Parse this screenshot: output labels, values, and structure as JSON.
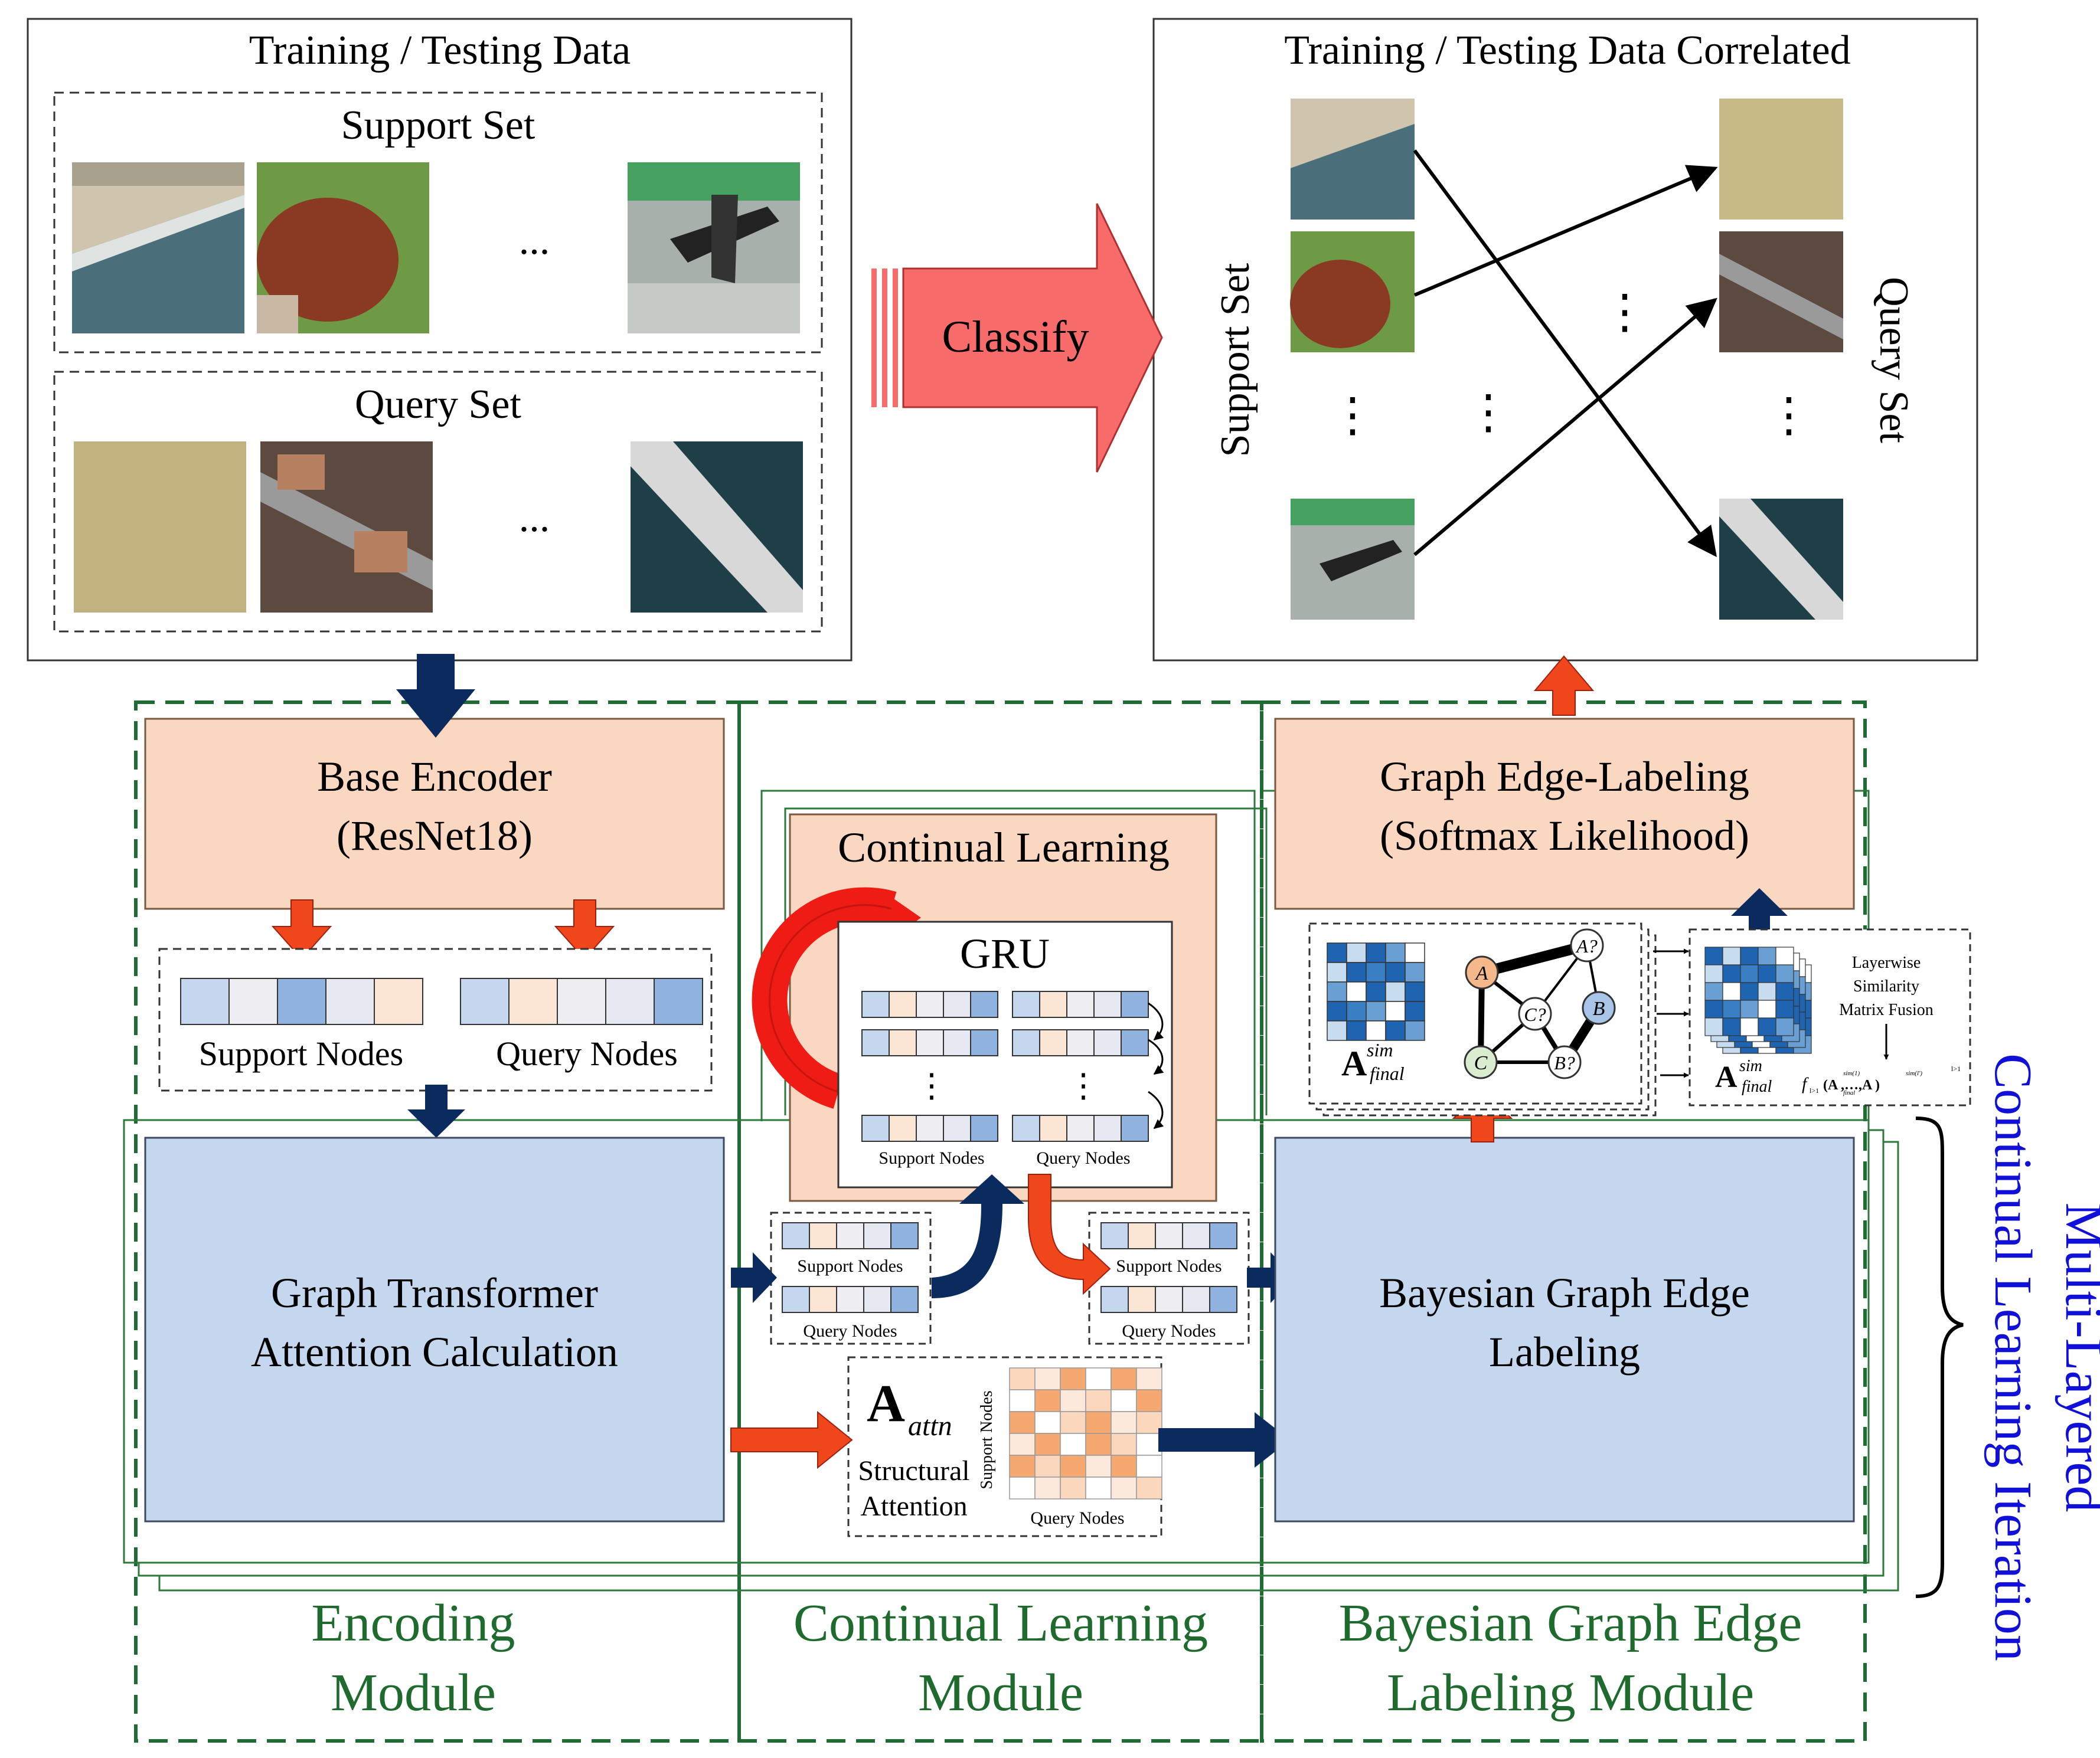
{
  "colors": {
    "encoder_fill": "#fad7c0",
    "encoder_stroke": "#7a5a40",
    "blue_fill": "#c5d7ee",
    "blue_stroke": "#3b4a60",
    "module_dash": "#1e6b33",
    "module_label": "#1f6b2e",
    "iteration_label": "#1010d8",
    "red_arrow": "#f0461c",
    "navy_arrow": "#0b2a5e",
    "classify_fill": "#f86b6b",
    "gru_red": "#ee1c14",
    "node_colors": [
      "#c5d7ee",
      "#ededf2",
      "#8fb2de",
      "#e7e9f2",
      "#fbe5d5"
    ],
    "node_colors_query": [
      "#c5d7ee",
      "#fbe5d5",
      "#ededf2",
      "#e7e9f2",
      "#8fb2de"
    ],
    "node_gru": [
      "#c5d7ee",
      "#fbe5d5",
      "#ededf2",
      "#e7e9f2",
      "#8fb2de"
    ],
    "attn_colors": [
      "#f5a970",
      "#fbd7bd",
      "#ffffff",
      "#fde9dc"
    ],
    "sim_colors": [
      "#1f64b0",
      "#6a9fd4",
      "#c8dcf0",
      "#ffffff",
      "#3a7ec4"
    ]
  },
  "data_panel": {
    "title": "Training / Testing Data",
    "support_title": "Support Set",
    "query_title": "Query Set",
    "ellipsis": "..."
  },
  "correlated_panel": {
    "title": "Training / Testing Data Correlated",
    "support_label": "Support Set",
    "query_label": "Query Set",
    "vdots": "⋮"
  },
  "classify_label": "Classify",
  "encoder": {
    "line1": "Base Encoder",
    "line2": "(ResNet18)"
  },
  "nodes": {
    "support": "Support Nodes",
    "query": "Query Nodes"
  },
  "continual": {
    "title": "Continual Learning",
    "gru": "GRU",
    "support": "Support Nodes",
    "query": "Query Nodes",
    "vdots": "⋮"
  },
  "transformer": {
    "line1": "Graph Transformer",
    "line2": "Attention Calculation"
  },
  "attn_box": {
    "symbol": "A",
    "subscript": "attn",
    "line1": "Structural",
    "line2": "Attention",
    "support_axis": "Support Nodes",
    "query_axis": "Query Nodes"
  },
  "bayesian": {
    "line1": "Bayesian Graph Edge",
    "line2": "Labeling"
  },
  "edge_labeling": {
    "line1": "Graph Edge-Labeling",
    "line2": "(Softmax Likelihood)"
  },
  "graph_box": {
    "symbol": "A",
    "sup": "sim",
    "sub": "final",
    "node_a": "A",
    "node_a_q": "A?",
    "node_b": "B",
    "node_b_q": "B?",
    "node_c": "C",
    "node_c_q": "C?"
  },
  "fusion_box": {
    "line1": "Layerwise",
    "line2": "Similarity",
    "line3": "Matrix Fusion",
    "symbol": "A",
    "sup": "sim",
    "sub": "final",
    "formula": "f",
    "formula_sub": "l>1",
    "formula_body": "(A   ,…,A   )",
    "formula_sup1": "sim(1)",
    "formula_sup2": "sim(l')",
    "formula_subf": "final",
    "formula_exp": "l>1"
  },
  "modules": {
    "encoding": [
      "Encoding",
      "Module"
    ],
    "continual": [
      "Continual Learning",
      "Module"
    ],
    "bayesian": [
      "Bayesian Graph Edge",
      "Labeling Module"
    ]
  },
  "iteration": {
    "line1": "Multi-Layered",
    "line2": "Continual Learning Iteration"
  }
}
